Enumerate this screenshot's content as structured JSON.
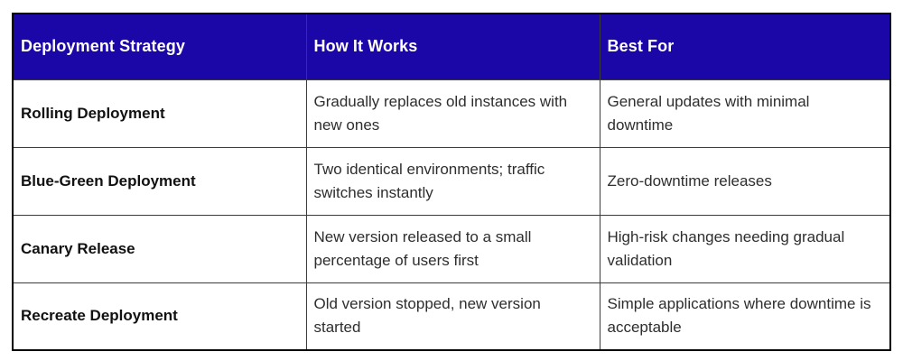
{
  "colors": {
    "header_bg": "#1B06A8",
    "header_text": "#FFFFFF",
    "strategy_text": "#111111",
    "body_text": "#2E2E2E",
    "outer_border": "#000000",
    "inner_border": "#3C3C3C",
    "page_bg": "#FFFFFF"
  },
  "table": {
    "columns": [
      "Deployment Strategy",
      "How It Works",
      "Best For"
    ],
    "rows": [
      {
        "strategy": "Rolling Deployment",
        "how_it_works": "Gradually replaces old instances with new ones",
        "best_for": "General updates with minimal downtime"
      },
      {
        "strategy": "Blue-Green Deployment",
        "how_it_works": "Two identical environments; traffic switches instantly",
        "best_for": "Zero-downtime releases"
      },
      {
        "strategy": "Canary Release",
        "how_it_works": "New version released to a small percentage of users first",
        "best_for": "High-risk changes needing gradual validation"
      },
      {
        "strategy": "Recreate Deployment",
        "how_it_works": "Old version stopped, new version started",
        "best_for": "Simple applications where downtime is acceptable"
      }
    ]
  }
}
